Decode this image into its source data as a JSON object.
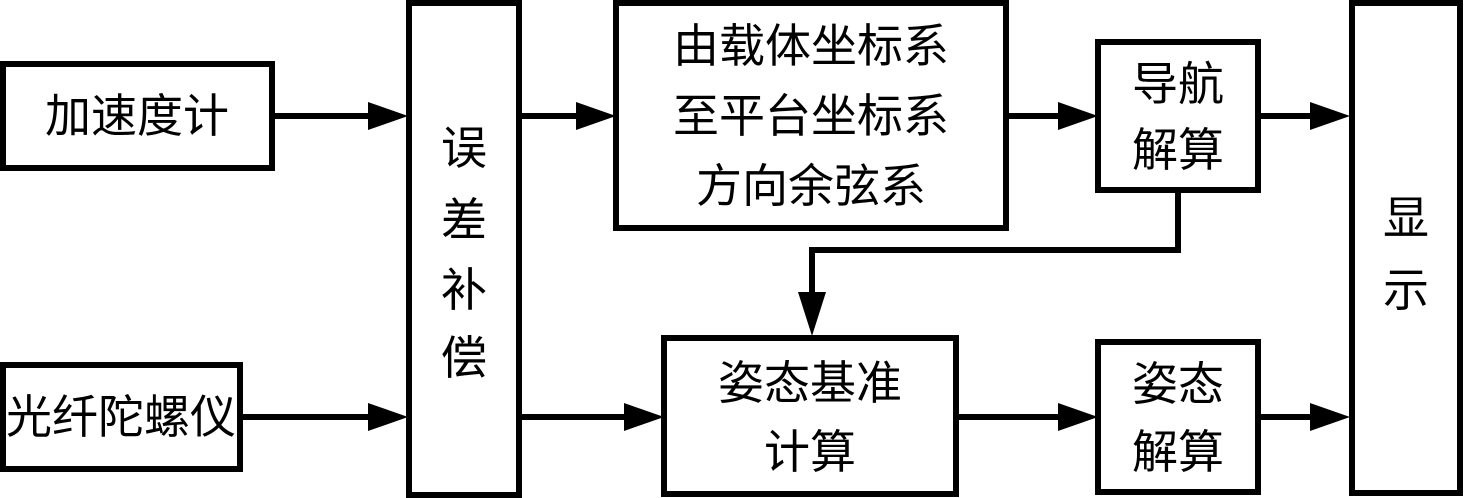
{
  "diagram": {
    "nodes": {
      "accelerometer": "加速度计",
      "fiber_gyro": "光纤陀螺仪",
      "error_comp": [
        "误",
        "差",
        "补",
        "偿"
      ],
      "dcm": [
        "由载体坐标系",
        "至平台坐标系",
        "方向余弦系"
      ],
      "nav_solve": [
        "导航",
        "解算"
      ],
      "attitude_ref": [
        "姿态基准",
        "计算"
      ],
      "attitude_solve": [
        "姿态",
        "解算"
      ],
      "display": [
        "显",
        "示"
      ]
    },
    "edges": [
      {
        "from": "accelerometer",
        "to": "error_comp"
      },
      {
        "from": "fiber_gyro",
        "to": "error_comp"
      },
      {
        "from": "error_comp",
        "to": "dcm"
      },
      {
        "from": "error_comp",
        "to": "attitude_ref"
      },
      {
        "from": "dcm",
        "to": "nav_solve"
      },
      {
        "from": "nav_solve",
        "to": "display"
      },
      {
        "from": "nav_solve",
        "to": "attitude_ref"
      },
      {
        "from": "attitude_ref",
        "to": "attitude_solve"
      },
      {
        "from": "attitude_solve",
        "to": "display"
      }
    ],
    "colors": {
      "stroke": "#000000",
      "background": "#ffffff"
    }
  }
}
